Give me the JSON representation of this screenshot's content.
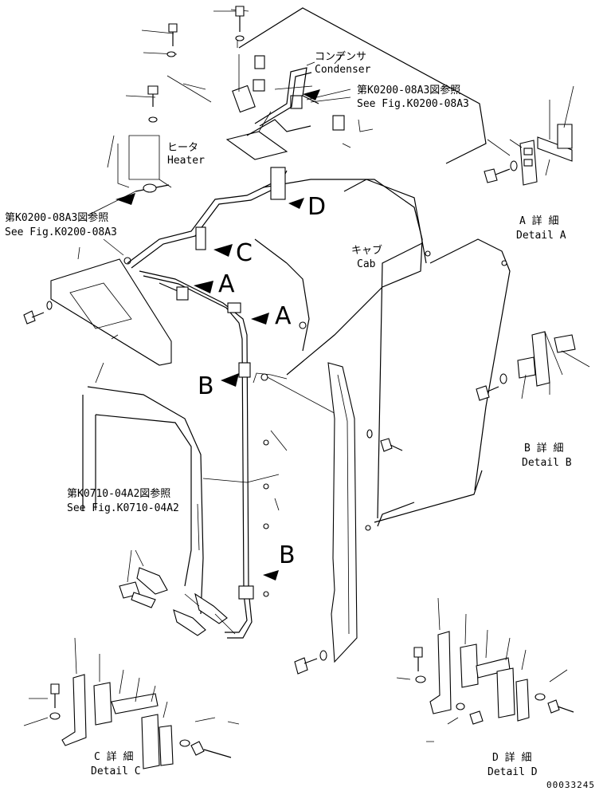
{
  "labels": {
    "condenser_jp": "コンデンサ",
    "condenser_en": "Condenser",
    "ref_top_jp": "第K0200-08A3図参照",
    "ref_top_en": "See Fig.K0200-08A3",
    "heater_jp": "ヒータ",
    "heater_en": "Heater",
    "ref_left_jp": "第K0200-08A3図参照",
    "ref_left_en": "See Fig.K0200-08A3",
    "cab_jp": "キャブ",
    "cab_en": "Cab",
    "ref_mid_jp": "第K0710-04A2図参照",
    "ref_mid_en": "See Fig.K0710-04A2",
    "detail_a_jp": "A 詳 細",
    "detail_a_en": "Detail A",
    "detail_b_jp": "B 詳 細",
    "detail_b_en": "Detail B",
    "detail_c_jp": "C 詳 細",
    "detail_c_en": "Detail C",
    "detail_d_jp": "D 詳 細",
    "detail_d_en": "Detail D",
    "drawing_number": "00033245"
  },
  "view_letters": {
    "a1": "A",
    "a2": "A",
    "b1": "B",
    "b2": "B",
    "c": "C",
    "d": "D"
  },
  "icons": [
    "bolt-icon",
    "washer-icon",
    "clamp-icon",
    "arrow-icon",
    "hose-fitting-icon"
  ]
}
